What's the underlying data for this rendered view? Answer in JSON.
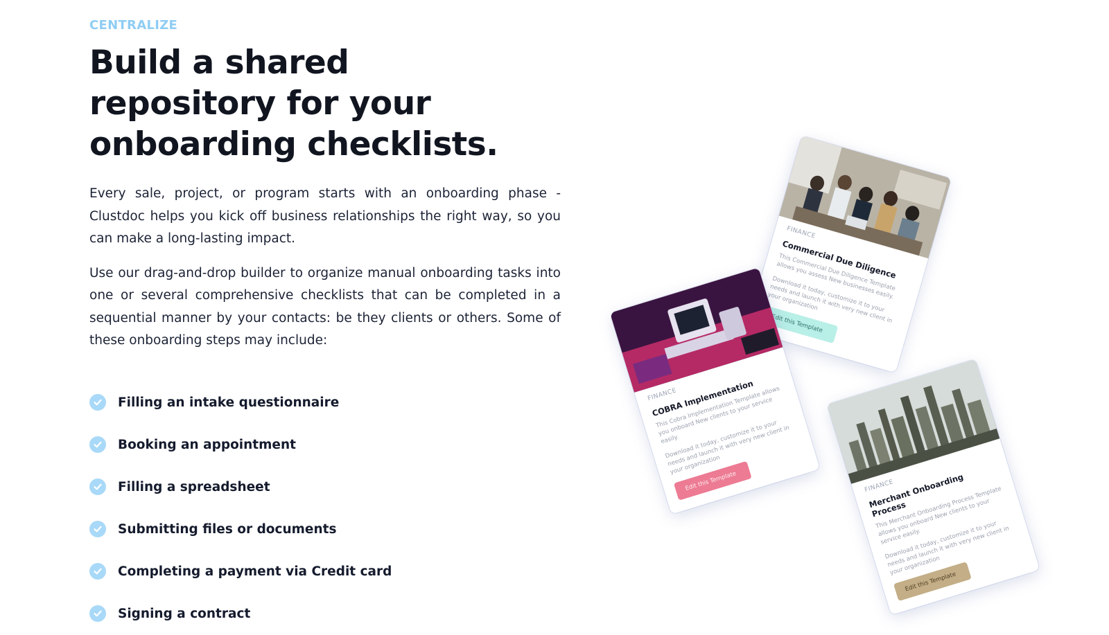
{
  "section": {
    "eyebrow": "CENTRALIZE",
    "heading": "Build a shared repository for your onboarding checklists.",
    "paragraphs": [
      "Every sale, project, or program starts with an onboarding phase - Clustdoc helps you kick off business relationships the right way, so you can make a long-lasting impact.",
      "Use our drag-and-drop builder to organize manual onboarding tasks into one or several comprehensive checklists that can be completed in a sequential manner by your contacts: be they clients or others. Some of these onboarding steps may include:"
    ],
    "steps": [
      "Filling an intake questionnaire",
      "Booking an appointment",
      "Filling a spreadsheet",
      "Submitting files or documents",
      "Completing a payment via Credit card",
      "Signing a contract"
    ]
  },
  "colors": {
    "eyebrow": "#8fcdf4",
    "check": "#a9d9f8",
    "heading": "#111520"
  },
  "cards": [
    {
      "category": "FINANCE",
      "title": "Commercial Due Diligence",
      "description": "This Commercial Due Diligence Template allows you assess New businesses easily.",
      "cta_text": "Download it today, customize it to your needs and launch it with very new client in your organization",
      "button": "Edit this Template"
    },
    {
      "category": "FINANCE",
      "title": "COBRA Implementation",
      "description": "This Cobra Implementation Template allows you onboard New clients to your service easily.",
      "cta_text": "Download it today, customize it to your needs and launch it with very new client in your organization",
      "button": "Edit this Template"
    },
    {
      "category": "FINANCE",
      "title": "Merchant Onboarding Process",
      "description": "This Merchant Onboarding Process Template allows you onboard New clients to your service easily.",
      "cta_text": "Download it today, customize it to your needs and launch it with very new client in your organization",
      "button": "Edit this Template"
    }
  ]
}
